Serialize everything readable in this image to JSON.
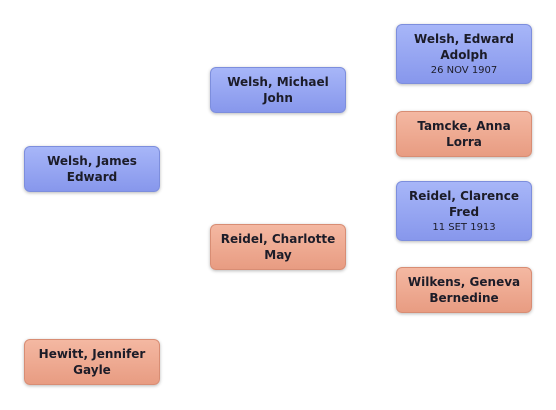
{
  "tree": {
    "root": {
      "name": "Welsh, James Edward",
      "sex": "male"
    },
    "spouse": {
      "name": "Hewitt, Jennifer Gayle",
      "sex": "female"
    },
    "father": {
      "name": "Welsh, Michael John",
      "sex": "male"
    },
    "mother": {
      "name": "Reidel, Charlotte May",
      "sex": "female"
    },
    "paternal_grandfather": {
      "name": "Welsh, Edward Adolph",
      "date": "26 NOV 1907",
      "sex": "male"
    },
    "paternal_grandmother": {
      "name": "Tamcke, Anna Lorra",
      "sex": "female"
    },
    "maternal_grandfather": {
      "name": "Reidel, Clarence Fred",
      "date": "11 SET 1913",
      "sex": "male"
    },
    "maternal_grandmother": {
      "name": "Wilkens, Geneva Bernedine",
      "sex": "female"
    }
  },
  "colors": {
    "male": "#93a3f2",
    "female": "#eea68e"
  }
}
